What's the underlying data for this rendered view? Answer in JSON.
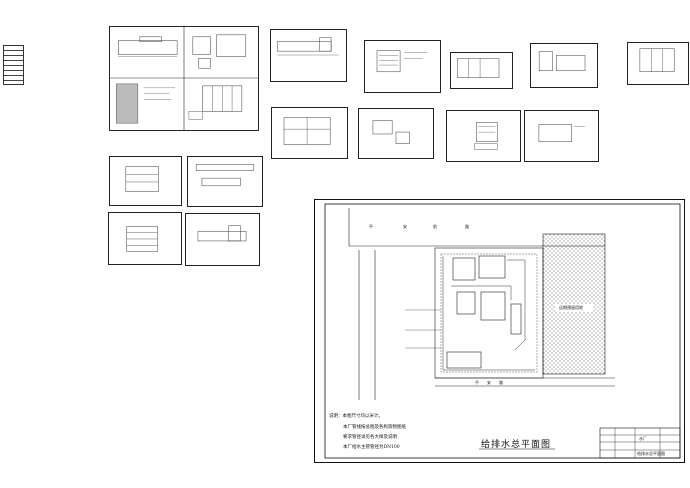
{
  "plan": {
    "road_top": [
      "平",
      "安",
      "前",
      "路"
    ],
    "road_bottom": [
      "平",
      "安",
      "路"
    ],
    "region_label": "远期预留用地",
    "title": "给排水总平面图"
  },
  "notes": {
    "heading": "说明：本图尺寸均以米计。",
    "lines": [
      "本厂管线按总图及各构筑物图纸",
      "要求管径详见各大样及说明",
      "本厂给水主管管径为DN100"
    ]
  },
  "title_block": {
    "project": "水厂",
    "drawing": "给排水总平面图"
  }
}
